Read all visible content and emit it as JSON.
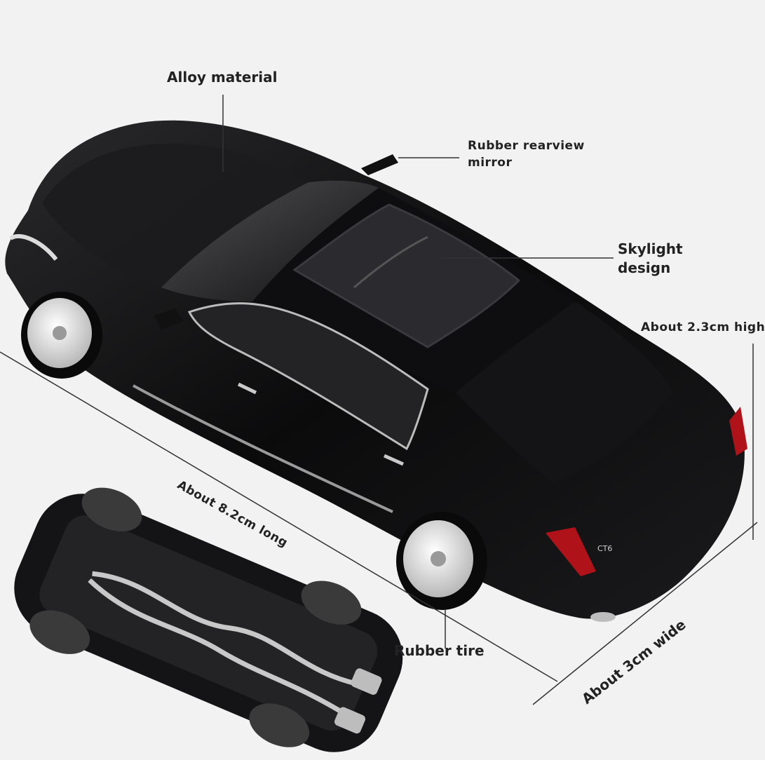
{
  "colors": {
    "background": "#f2f2f2",
    "car_body": "#0b0b0c",
    "rim": "#d9d9d9",
    "taillight": "#b0121a",
    "exhaust": "#bdbdbd",
    "label_text": "#222222",
    "leader_line": "#333333"
  },
  "badge_text": "CT6",
  "labels": {
    "alloy": "Alloy material",
    "mirror_line1": "Rubber rearview",
    "mirror_line2": "mirror",
    "skylight_line1": "Skylight",
    "skylight_line2": "design",
    "height": "About 2.3cm high",
    "length": "About 8.2cm long",
    "tire": "Rubber tire",
    "width": "About 3cm wide"
  }
}
